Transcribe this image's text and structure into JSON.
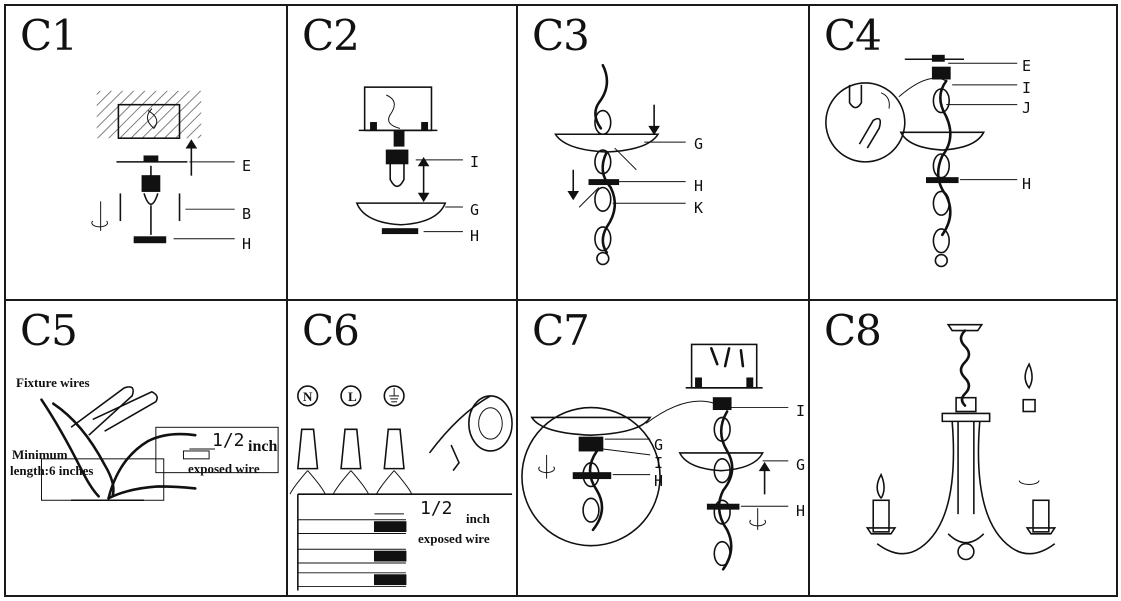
{
  "panels": [
    {
      "title": "C1",
      "labels": [
        "E",
        "B",
        "H"
      ]
    },
    {
      "title": "C2",
      "labels": [
        "I",
        "G",
        "H"
      ]
    },
    {
      "title": "C3",
      "labels": [
        "G",
        "H",
        "K"
      ]
    },
    {
      "title": "C4",
      "labels": [
        "E",
        "I",
        "J",
        "H"
      ]
    },
    {
      "title": "C5",
      "texts": {
        "fixture_wires": "Fixture wires",
        "minimum_line1": "Minimum",
        "minimum_line2": "length:6 inches",
        "fraction": "1/2",
        "inch": "inch",
        "exposed": "exposed wire"
      }
    },
    {
      "title": "C6",
      "texts": {
        "n": "N",
        "l": "L",
        "fraction": "1/2",
        "inch": "inch",
        "exposed": "exposed wire"
      }
    },
    {
      "title": "C7",
      "labels": [
        "I",
        "G",
        "H",
        "G",
        "I",
        "H"
      ]
    },
    {
      "title": "C8"
    }
  ]
}
